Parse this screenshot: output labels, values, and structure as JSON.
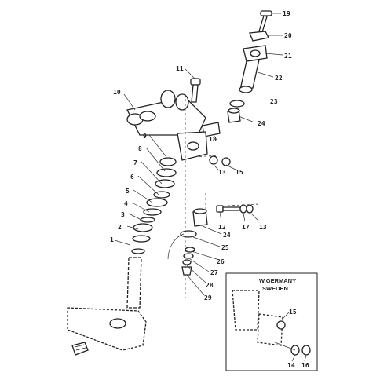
{
  "diagram": {
    "callouts": [
      {
        "id": "c19a",
        "label": "19"
      },
      {
        "id": "c20",
        "label": "20"
      },
      {
        "id": "c21",
        "label": "21"
      },
      {
        "id": "c22",
        "label": "22"
      },
      {
        "id": "c23",
        "label": "23"
      },
      {
        "id": "c24a",
        "label": "24"
      },
      {
        "id": "c11",
        "label": "11"
      },
      {
        "id": "c10",
        "label": "10"
      },
      {
        "id": "c18",
        "label": "18"
      },
      {
        "id": "c9",
        "label": "9"
      },
      {
        "id": "c8",
        "label": "8"
      },
      {
        "id": "c7",
        "label": "7"
      },
      {
        "id": "c6",
        "label": "6"
      },
      {
        "id": "c5",
        "label": "5"
      },
      {
        "id": "c4",
        "label": "4"
      },
      {
        "id": "c3",
        "label": "3"
      },
      {
        "id": "c2",
        "label": "2"
      },
      {
        "id": "c1",
        "label": "1"
      },
      {
        "id": "c13a",
        "label": "13"
      },
      {
        "id": "c15a",
        "label": "15"
      },
      {
        "id": "c12",
        "label": "12"
      },
      {
        "id": "c17",
        "label": "17"
      },
      {
        "id": "c13b",
        "label": "13"
      },
      {
        "id": "c24b",
        "label": "24"
      },
      {
        "id": "c25",
        "label": "25"
      },
      {
        "id": "c26",
        "label": "26"
      },
      {
        "id": "c27",
        "label": "27"
      },
      {
        "id": "c28",
        "label": "28"
      },
      {
        "id": "c29",
        "label": "29"
      },
      {
        "id": "c15b",
        "label": "15"
      },
      {
        "id": "c14",
        "label": "14"
      },
      {
        "id": "c16",
        "label": "16"
      }
    ],
    "inset_box": {
      "title_line1": "W.GERMANY",
      "title_line2": "SWEDEN"
    }
  }
}
